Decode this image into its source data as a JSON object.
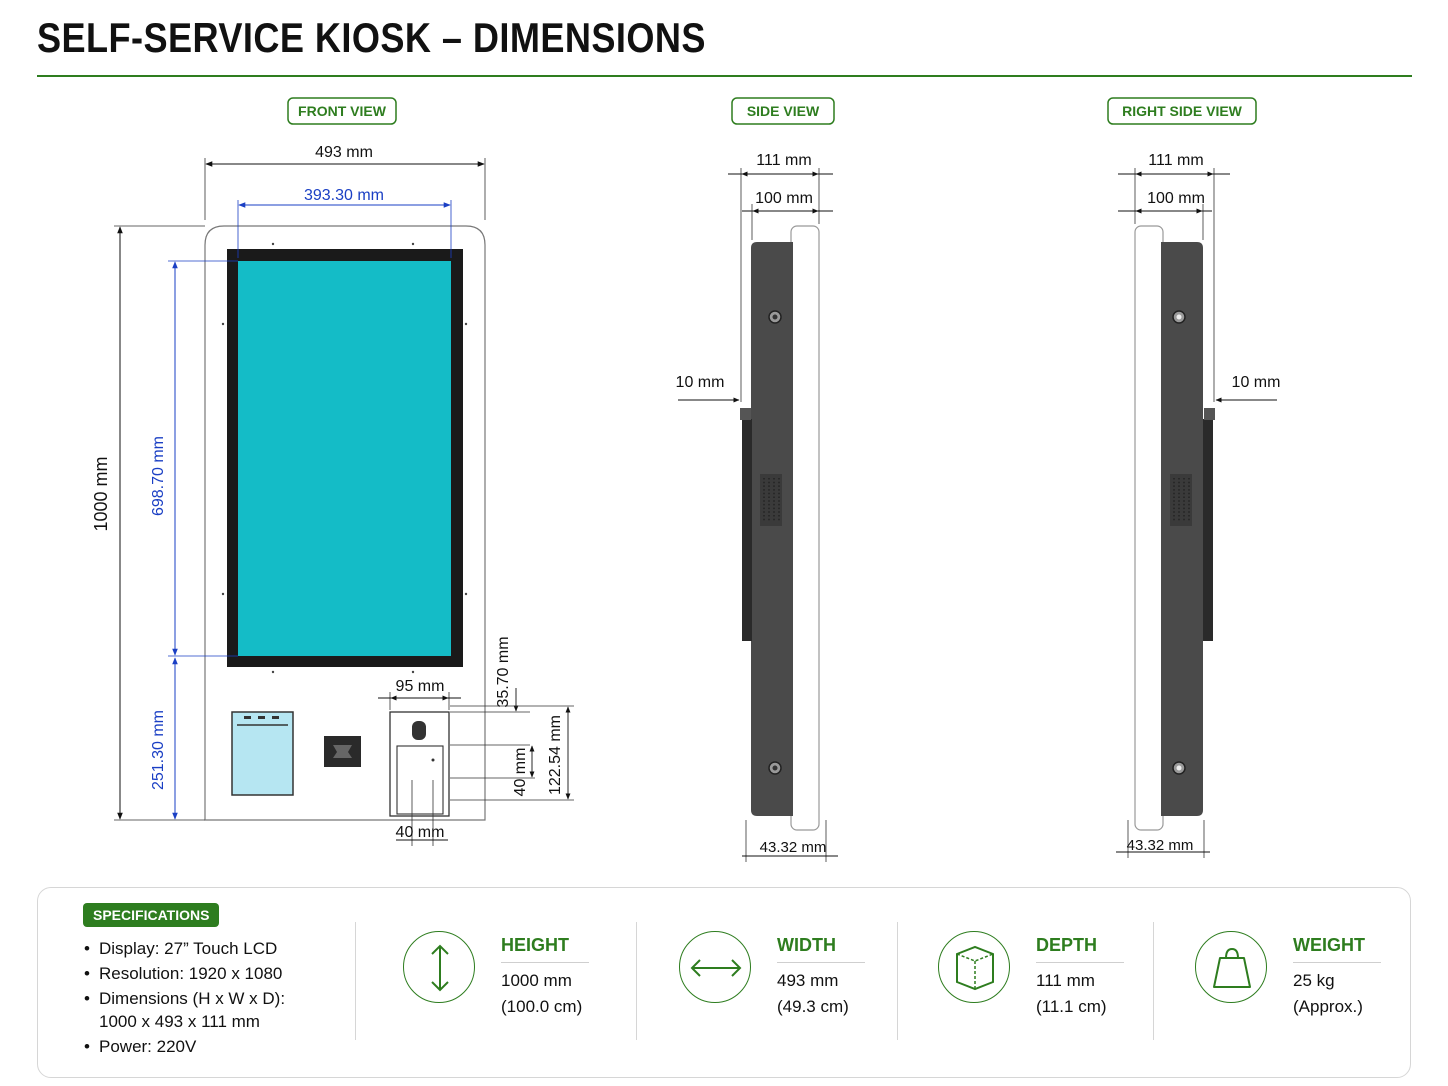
{
  "title": "SELF-SERVICE KIOSK – DIMENSIONS",
  "colors": {
    "accent": "#2e7d1f",
    "screen": "#14bcc7",
    "body_dark": "#4a4a4a",
    "dim_blue": "#1a3fc4"
  },
  "views": {
    "front": {
      "label": "FRONT VIEW",
      "overall_width": "493 mm",
      "screen_width": "393.30 mm",
      "overall_height": "1000 mm",
      "screen_height": "698.70 mm",
      "lower_height": "251.30 mm",
      "module_width": "95 mm",
      "module_bottom_width": "40 mm",
      "module_top_gap": "35.70 mm",
      "module_mid": "40 mm",
      "module_height": "122.54 mm"
    },
    "side": {
      "label": "SIDE VIEW",
      "depth_total": "111 mm",
      "depth_body": "100 mm",
      "bracket": "10 mm",
      "base": "43.32 mm"
    },
    "right_side": {
      "label": "RIGHT SIDE VIEW",
      "depth_total": "111 mm",
      "depth_body": "100 mm",
      "bracket": "10 mm",
      "base": "43.32 mm"
    }
  },
  "specs": {
    "badge": "SPECIFICATIONS",
    "display": "Display: 27” Touch LCD",
    "resolution": "Resolution: 1920 x 1080",
    "dimensions_label": "Dimensions (H x W x D):",
    "dimensions_value": "1000 x 493 x 111 mm",
    "power": "Power: 220V",
    "height": {
      "label": "HEIGHT",
      "value": "1000 mm",
      "alt": "(100.0 cm)",
      "icon": "vertical-arrows-icon"
    },
    "width": {
      "label": "WIDTH",
      "value": "493 mm",
      "alt": "(49.3 cm)",
      "icon": "horizontal-arrows-icon"
    },
    "depth": {
      "label": "DEPTH",
      "value": "111 mm",
      "alt": "(11.1 cm)",
      "icon": "cube-icon"
    },
    "weight": {
      "label": "WEIGHT",
      "value": "25 kg",
      "alt": "(Approx.)",
      "icon": "weight-icon"
    }
  }
}
